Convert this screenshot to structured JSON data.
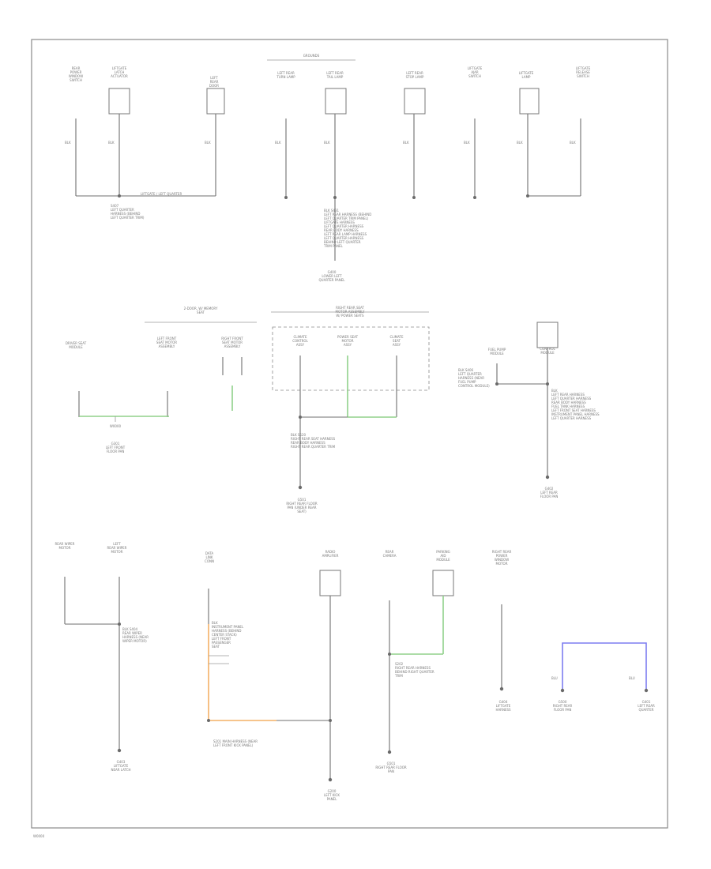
{
  "footer": {
    "code": "W0000"
  },
  "colors": {
    "wire": "#6f6f6f",
    "green": "#90d08a",
    "orange": "#f3b166",
    "blue": "#7d7df0",
    "frame": "#8a8a8a"
  },
  "top": {
    "header": "GROUNDS",
    "components": [
      "REAR\nPOWER\nWINDOW\nSWITCH",
      "LIFTGATE\nLATCH\nACTUATOR",
      "LEFT\nREAR\nDOOR",
      "LEFT REAR\nTURN LAMP",
      "LEFT REAR\nTAIL LAMP",
      "LEFT REAR\nSTOP LAMP",
      "LIFTGATE\nAJAR\nSWITCH",
      "LIFTGATE\nLAMP",
      "LIFTGATE\nRELEASE\nSWITCH"
    ],
    "wire_codes": [
      "BLK",
      "BLK",
      "BLK",
      "BLK",
      "BLK",
      "BLK",
      "BLK",
      "BLK",
      "BLK"
    ],
    "splice_text": "LIFTGATE / LEFT QUARTER",
    "note_left": "S407\nLEFT QUARTER\nHARNESS (BEHIND\nLEFT QUARTER TRIM)",
    "note_center": "BLK  S431\nLEFT REAR HARNESS (BEHIND\nLEFT QUARTER TRIM PANEL)\nLIFTGATE HARNESS\nLEFT QUARTER HARNESS\nREAR BODY HARNESS\nLEFT REAR LAMP HARNESS\nLEFT QUARTER HARNESS\nBEHIND LEFT QUARTER\nTRIM PANEL",
    "ground": "G400\nLOWER LEFT\nQUARTER PANEL"
  },
  "mid": {
    "bracket_left": "2-DOOR, W/ MEMORY\nSEAT",
    "comps_left": [
      "DRIVER SEAT\nMODULE",
      "LEFT FRONT\nSEAT MOTOR\nASSEMBLY",
      "RIGHT FRONT\nSEAT MOTOR\nASSEMBLY"
    ],
    "bracket_center": "RIGHT REAR SEAT\nMOTOR ASSEMBLY\nW/ POWER SEATS",
    "comps_center": [
      "CLIMATE\nCONTROL\nASSY",
      "POWER SEAT\nMOTOR\nASSY",
      "CLIMATE\nSEAT\nASSY"
    ],
    "note_center": "BLK  S520\nRIGHT REAR SEAT HARNESS\nREAR BODY HARNESS\nRIGHT REAR QUARTER TRIM",
    "ground_center": "G501\nRIGHT REAR FLOOR\nPAN (UNDER REAR\nSEAT)",
    "ground_left": "G301\nLEFT FRONT\nFLOOR PAN",
    "fuel_comps": [
      "FUEL PUMP\nMODULE",
      "FUEL PUMP\nCONTROL\nMODULE"
    ],
    "fuel_note_left": "BLK  S406\nLEFT QUARTER\nHARNESS (NEAR\nFUEL PUMP\nCONTROL MODULE)",
    "fuel_note_right": "BLK\nLEFT REAR HARNESS\nLEFT QUARTER HARNESS\nREAR BODY HARNESS\nFUEL TANK HARNESS\nLEFT FRONT SEAT HARNESS\nINSTRUMENT PANEL HARNESS\nLEFT QUARTER HARNESS",
    "fuel_ground": "G402\nLEFT REAR\nFLOOR PAN"
  },
  "bottom": {
    "comp_a": [
      "REAR WIPER\nMOTOR",
      "LEFT\nREAR WIPER\nMOTOR"
    ],
    "note_a": "BLK  S404\nREAR WIPER\nHARNESS (NEAR\nWIPER MOTOR)",
    "ground_a": "G403\nLIFTGATE\nNEAR LATCH",
    "comp_b": "DATA\nLINK\nCONN",
    "note_b": "BLK\nINSTRUMENT PANEL\nHARNESS (BEHIND\nCENTER STACK)\nLEFT FRONT\nPASSENGER\nSEAT",
    "splice_b": "S201 MAIN HARNESS (NEAR\nLEFT FRONT KICK PANEL)",
    "comp_c": "RADIO\nAMPLIFIER",
    "ground_c": "G200\nLEFT KICK\nPANEL",
    "comp_d": [
      "REAR\nCAMERA",
      "PARKING\nAID\nMODULE"
    ],
    "note_d": "S202\nRIGHT REAR HARNESS\nBEHIND RIGHT QUARTER\nTRIM",
    "ground_d": "G501\nRIGHT REAR FLOOR\nPAN",
    "comp_e": "RIGHT REAR\nPOWER\nWINDOW\nMOTOR",
    "ground_e": "G404\nLIFTGATE\nHARNESS",
    "blue_left": "BLU",
    "blue_right": "BLU",
    "ground_f": "G500\nRIGHT REAR\nFLOOR PAN",
    "ground_g": "G401\nLEFT REAR\nQUARTER"
  }
}
